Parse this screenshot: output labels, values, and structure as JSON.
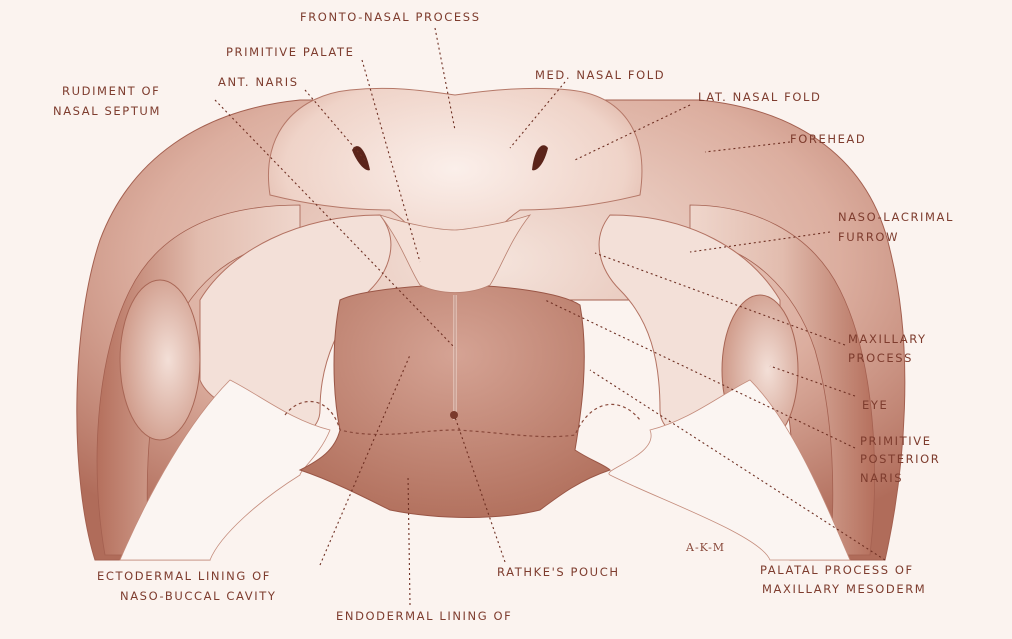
{
  "labels": {
    "fronto_nasal": "FRONTO-NASAL PROCESS",
    "primitive_palate": "PRIMITIVE PALATE",
    "ant_naris": "ANT. NARIS",
    "rudiment_line1": "RUDIMENT OF",
    "rudiment_line2": "NASAL SEPTUM",
    "med_nasal_fold": "MED. NASAL FOLD",
    "lat_nasal_fold": "LAT. NASAL FOLD",
    "forehead": "FOREHEAD",
    "naso_lacrimal_line1": "NASO-LACRIMAL",
    "naso_lacrimal_line2": "FURROW",
    "maxillary_line1": "MAXILLARY",
    "maxillary_line2": "PROCESS",
    "eye": "EYE",
    "posterior_naris_line1": "PRIMITIVE",
    "posterior_naris_line2": "POSTERIOR",
    "posterior_naris_line3": "NARIS",
    "palatal_line1": "PALATAL PROCESS OF",
    "palatal_line2": "MAXILLARY MESODERM",
    "rathke": "RATHKE'S POUCH",
    "ectodermal_line1": "ECTODERMAL LINING OF",
    "ectodermal_line2": "NASO-BUCCAL CAVITY",
    "endodermal_line1": "ENDODERMAL LINING OF"
  },
  "signature": "A-K-M",
  "colors": {
    "background": "#fbf3ef",
    "tissue_light": "#f2ddd5",
    "tissue_mid": "#d9ab9c",
    "tissue_dark": "#a9614f",
    "cavity": "#c38d7d",
    "ink": "#7e3c2e"
  }
}
